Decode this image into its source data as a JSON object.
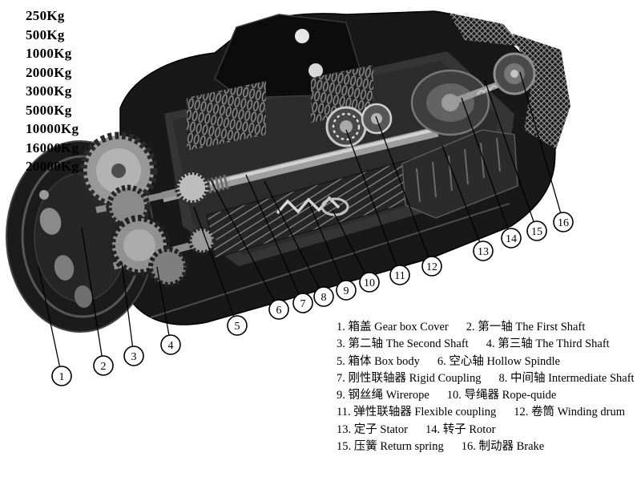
{
  "colors": {
    "ink": "#000000",
    "paper": "#ffffff",
    "machine_dark": "#1a1a1a",
    "machine_light": "#9a9a9a"
  },
  "capacities": [
    "250Kg",
    "500Kg",
    "1000Kg",
    "2000Kg",
    "3000Kg",
    "5000Kg",
    "10000Kg",
    "16000Kg",
    "20000Kg"
  ],
  "callouts": [
    "1",
    "2",
    "3",
    "4",
    "5",
    "6",
    "7",
    "8",
    "9",
    "10",
    "11",
    "12",
    "13",
    "14",
    "15",
    "16"
  ],
  "legend": {
    "items": [
      {
        "num": "1.",
        "zh": "箱盖",
        "en": "Gear box Cover"
      },
      {
        "num": "2.",
        "zh": "第一轴",
        "en": "The First Shaft"
      },
      {
        "num": "3.",
        "zh": "第二轴",
        "en": "The Second Shaft"
      },
      {
        "num": "4.",
        "zh": "第三轴",
        "en": "The Third Shaft"
      },
      {
        "num": "5.",
        "zh": "箱体",
        "en": "Box body"
      },
      {
        "num": "6.",
        "zh": "空心轴",
        "en": "Hollow Spindle"
      },
      {
        "num": "7.",
        "zh": "刚性联轴器",
        "en": "Rigid Coupling"
      },
      {
        "num": "8.",
        "zh": "中间轴",
        "en": "Intermediate Shaft"
      },
      {
        "num": "9.",
        "zh": "钢丝绳",
        "en": "Wirerope"
      },
      {
        "num": "10.",
        "zh": "导绳器",
        "en": "Rope-quide"
      },
      {
        "num": "11.",
        "zh": "弹性联轴器",
        "en": "Flexible coupling"
      },
      {
        "num": "12.",
        "zh": "卷筒",
        "en": "Winding drum"
      },
      {
        "num": "13.",
        "zh": "定子",
        "en": "Stator"
      },
      {
        "num": "14.",
        "zh": "转子",
        "en": "Rotor"
      },
      {
        "num": "15.",
        "zh": "压簧",
        "en": "Return spring"
      },
      {
        "num": "16.",
        "zh": "制动器",
        "en": "Brake"
      }
    ]
  }
}
